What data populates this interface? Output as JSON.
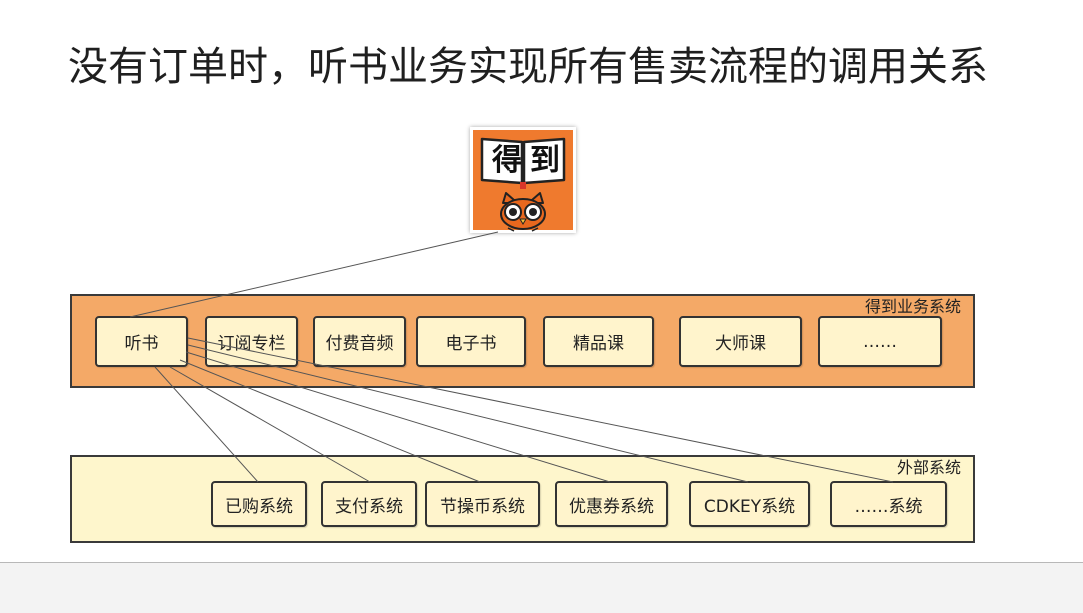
{
  "title": "没有订单时，听书业务实现所有售卖流程的调用关系",
  "app_icon": {
    "icon": "dedao-app-icon",
    "text": "得到"
  },
  "business_system": {
    "label": "得到业务系统",
    "items": [
      "听书",
      "订阅专栏",
      "付费音频",
      "电子书",
      "精品课",
      "大师课",
      "……"
    ]
  },
  "external_system": {
    "label": "外部系统",
    "items": [
      "已购系统",
      "支付系统",
      "节操币系统",
      "优惠券系统",
      "CDKEY系统",
      "……系统"
    ]
  },
  "colors": {
    "business_box": "#F4A967",
    "external_box": "#FEF6CC",
    "item_fill": "#FFF4CC",
    "app_icon": "#EF7A2E",
    "line": "#555555"
  }
}
